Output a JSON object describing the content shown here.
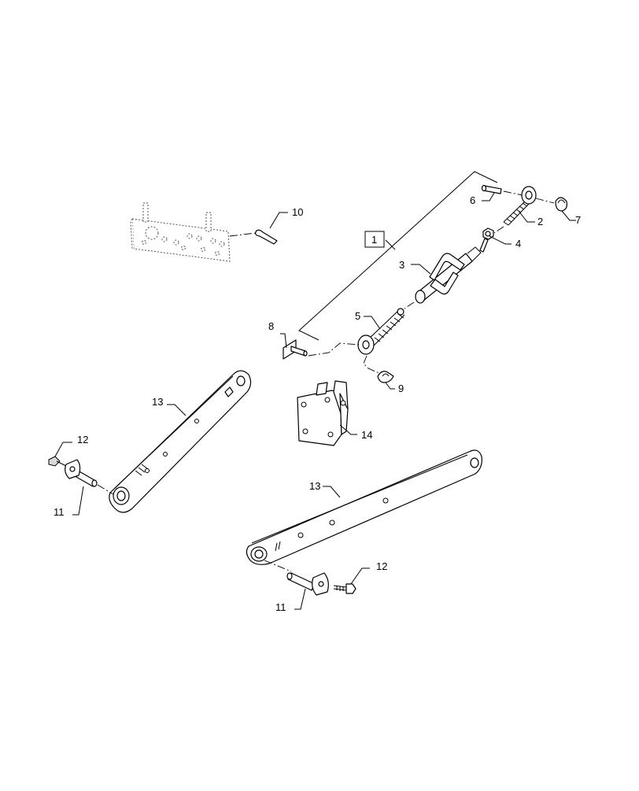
{
  "diagram": {
    "callouts": {
      "c1": "1",
      "c2": "2",
      "c3": "3",
      "c4": "4",
      "c5": "5",
      "c6": "6",
      "c7": "7",
      "c8": "8",
      "c9": "9",
      "c10": "10",
      "c11a": "11",
      "c11b": "11",
      "c12a": "12",
      "c12b": "12",
      "c13a": "13",
      "c13b": "13",
      "c14": "14"
    }
  }
}
